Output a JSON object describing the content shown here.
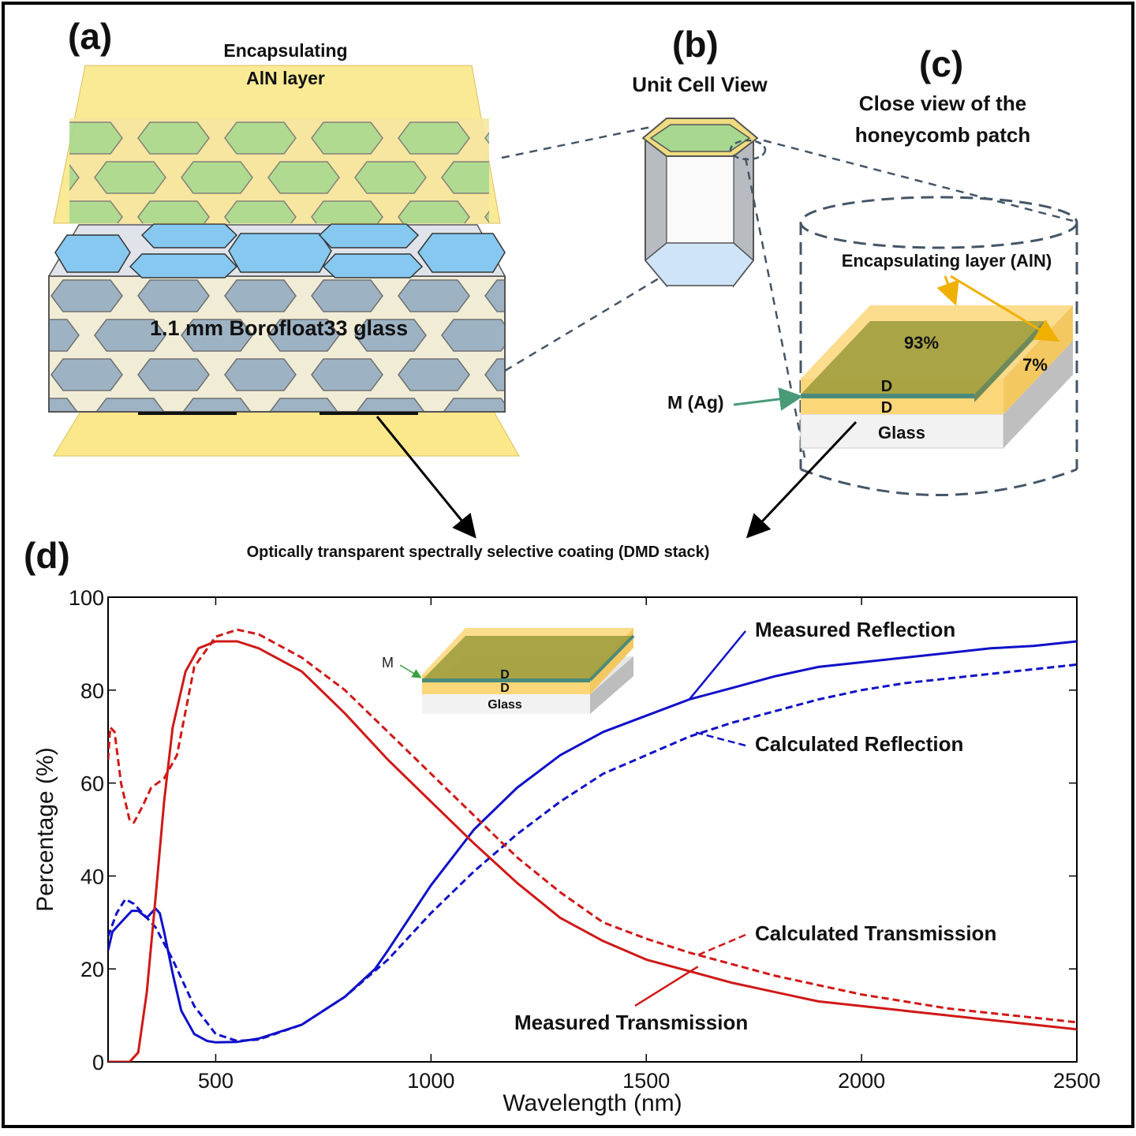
{
  "panels": {
    "a": {
      "letter": "(a)",
      "encap_line1": "Encapsulating",
      "encap_line2": "AlN layer",
      "glass_label": "1.1 mm Borofloat33 glass"
    },
    "b": {
      "letter": "(b)",
      "title": "Unit Cell View"
    },
    "c": {
      "letter": "(c)",
      "title_line1": "Close view of the",
      "title_line2": "honeycomb patch",
      "encap_label": "Encapsulating  layer (AlN)",
      "pct_top": "93%",
      "pct_side": "7%",
      "d_top": "D",
      "d_bottom": "D",
      "metal_label": "M (Ag)",
      "glass_label": "Glass"
    },
    "d": {
      "letter": "(d)"
    },
    "coating_label": "Optically transparent spectrally selective coating (DMD stack)"
  },
  "inset": {
    "m_label": "M",
    "d_top": "D",
    "d_bottom": "D",
    "glass_label": "Glass"
  },
  "chart_data": {
    "type": "line",
    "xlabel": "Wavelength (nm)",
    "ylabel": "Percentage (%)",
    "xlim": [
      250,
      2500
    ],
    "ylim": [
      0,
      100
    ],
    "xticks": [
      500,
      1000,
      1500,
      2000,
      2500
    ],
    "yticks": [
      0,
      20,
      40,
      60,
      80,
      100
    ],
    "grid": false,
    "series": [
      {
        "name": "Measured Reflection",
        "color": "#1010c8",
        "dash": "solid",
        "points": [
          [
            250,
            24
          ],
          [
            260,
            28
          ],
          [
            275,
            29.5
          ],
          [
            290,
            31
          ],
          [
            305,
            32.5
          ],
          [
            320,
            32.5
          ],
          [
            340,
            31
          ],
          [
            350,
            32
          ],
          [
            360,
            33
          ],
          [
            370,
            32
          ],
          [
            380,
            28
          ],
          [
            400,
            19
          ],
          [
            420,
            11
          ],
          [
            450,
            6
          ],
          [
            480,
            4.5
          ],
          [
            500,
            4.2
          ],
          [
            550,
            4.3
          ],
          [
            600,
            5
          ],
          [
            700,
            8
          ],
          [
            800,
            14
          ],
          [
            870,
            20
          ],
          [
            900,
            24
          ],
          [
            950,
            31
          ],
          [
            1000,
            38
          ],
          [
            1100,
            50
          ],
          [
            1200,
            59
          ],
          [
            1300,
            66
          ],
          [
            1400,
            71
          ],
          [
            1500,
            74.5
          ],
          [
            1600,
            78
          ],
          [
            1700,
            80.5
          ],
          [
            1800,
            83
          ],
          [
            1900,
            85
          ],
          [
            2000,
            86
          ],
          [
            2100,
            87
          ],
          [
            2200,
            88
          ],
          [
            2300,
            89
          ],
          [
            2400,
            89.5
          ],
          [
            2500,
            90.5
          ]
        ]
      },
      {
        "name": "Calculated Reflection",
        "color": "#1010c8",
        "dash": "dashed",
        "points": [
          [
            250,
            27
          ],
          [
            270,
            32
          ],
          [
            290,
            35
          ],
          [
            310,
            34
          ],
          [
            330,
            32
          ],
          [
            360,
            29
          ],
          [
            400,
            22
          ],
          [
            450,
            12
          ],
          [
            500,
            6
          ],
          [
            550,
            4.5
          ],
          [
            600,
            4.8
          ],
          [
            700,
            8
          ],
          [
            800,
            14
          ],
          [
            900,
            22
          ],
          [
            1000,
            32
          ],
          [
            1100,
            41
          ],
          [
            1200,
            49
          ],
          [
            1300,
            56
          ],
          [
            1400,
            62
          ],
          [
            1500,
            66
          ],
          [
            1600,
            70
          ],
          [
            1700,
            73
          ],
          [
            1800,
            75.5
          ],
          [
            1900,
            78
          ],
          [
            2000,
            80
          ],
          [
            2100,
            81.5
          ],
          [
            2200,
            82.5
          ],
          [
            2300,
            83.5
          ],
          [
            2400,
            84.5
          ],
          [
            2500,
            85.5
          ]
        ]
      },
      {
        "name": "Calculated Transmission",
        "color": "#d01818",
        "dash": "dashed",
        "points": [
          [
            250,
            65
          ],
          [
            255,
            72
          ],
          [
            265,
            71
          ],
          [
            280,
            60
          ],
          [
            300,
            52
          ],
          [
            310,
            51.5
          ],
          [
            330,
            55
          ],
          [
            350,
            59
          ],
          [
            380,
            61
          ],
          [
            410,
            66
          ],
          [
            450,
            85
          ],
          [
            500,
            91.5
          ],
          [
            550,
            93
          ],
          [
            600,
            92
          ],
          [
            700,
            87
          ],
          [
            800,
            80
          ],
          [
            900,
            71
          ],
          [
            1000,
            62
          ],
          [
            1100,
            53
          ],
          [
            1200,
            44
          ],
          [
            1300,
            36.5
          ],
          [
            1400,
            30
          ],
          [
            1500,
            26.5
          ],
          [
            1600,
            23.5
          ],
          [
            1700,
            21
          ],
          [
            1800,
            18.5
          ],
          [
            1900,
            16.5
          ],
          [
            2000,
            14.5
          ],
          [
            2100,
            13
          ],
          [
            2200,
            11.5
          ],
          [
            2300,
            10.5
          ],
          [
            2400,
            9.5
          ],
          [
            2500,
            8.5
          ]
        ]
      },
      {
        "name": "Measured Transmission",
        "color": "#d01818",
        "dash": "solid",
        "points": [
          [
            250,
            0
          ],
          [
            300,
            0
          ],
          [
            320,
            2
          ],
          [
            340,
            15
          ],
          [
            360,
            35
          ],
          [
            380,
            56
          ],
          [
            400,
            72
          ],
          [
            430,
            84
          ],
          [
            460,
            89
          ],
          [
            500,
            90.5
          ],
          [
            550,
            90.5
          ],
          [
            600,
            89
          ],
          [
            700,
            84
          ],
          [
            800,
            75
          ],
          [
            900,
            65
          ],
          [
            1000,
            56
          ],
          [
            1100,
            47
          ],
          [
            1200,
            38.5
          ],
          [
            1300,
            31
          ],
          [
            1400,
            26
          ],
          [
            1500,
            22
          ],
          [
            1600,
            19.5
          ],
          [
            1700,
            17
          ],
          [
            1800,
            15
          ],
          [
            1900,
            13
          ],
          [
            2000,
            12
          ],
          [
            2100,
            11
          ],
          [
            2200,
            10
          ],
          [
            2300,
            9
          ],
          [
            2400,
            8
          ],
          [
            2500,
            7
          ]
        ]
      }
    ]
  }
}
